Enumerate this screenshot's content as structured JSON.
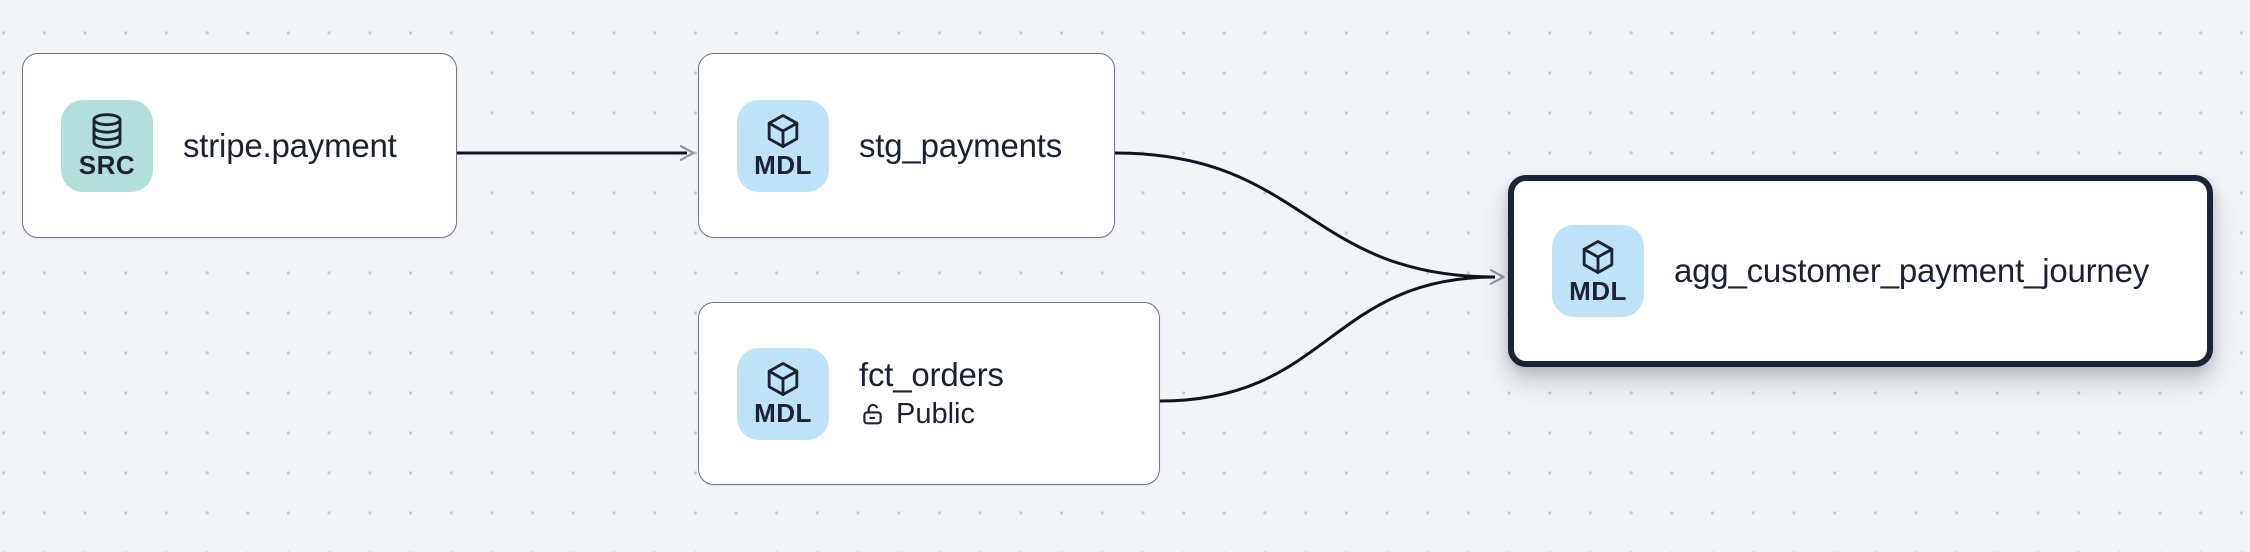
{
  "canvas": {
    "background_color": "#f2f4f7",
    "dot_color": "#c7ccd4"
  },
  "nodes": [
    {
      "id": "stripe.payment",
      "title": "stripe.payment",
      "badge": "SRC",
      "icon": "database-icon",
      "badge_color": "#b3ded9",
      "selected": false
    },
    {
      "id": "stg_payments",
      "title": "stg_payments",
      "badge": "MDL",
      "icon": "cube-icon",
      "badge_color": "#bee3f8",
      "selected": false
    },
    {
      "id": "fct_orders",
      "title": "fct_orders",
      "badge": "MDL",
      "icon": "cube-icon",
      "badge_color": "#bee3f8",
      "access": "Public",
      "access_icon": "lock-open-icon",
      "selected": false
    },
    {
      "id": "agg_customer_payment_journey",
      "title": "agg_customer_payment_journey",
      "badge": "MDL",
      "icon": "cube-icon",
      "badge_color": "#bee3f8",
      "selected": true
    }
  ],
  "edges": [
    {
      "from": "stripe.payment",
      "to": "stg_payments"
    },
    {
      "from": "stg_payments",
      "to": "agg_customer_payment_journey"
    },
    {
      "from": "fct_orders",
      "to": "agg_customer_payment_journey"
    }
  ],
  "colors": {
    "node_border": "#6e7787",
    "selected_node_border": "#1c2336",
    "edge_stroke": "#10141f",
    "arrowhead": "#8f99a8",
    "text": "#1a2130",
    "src_badge": "#b3ded9",
    "mdl_badge": "#bee3f8"
  }
}
